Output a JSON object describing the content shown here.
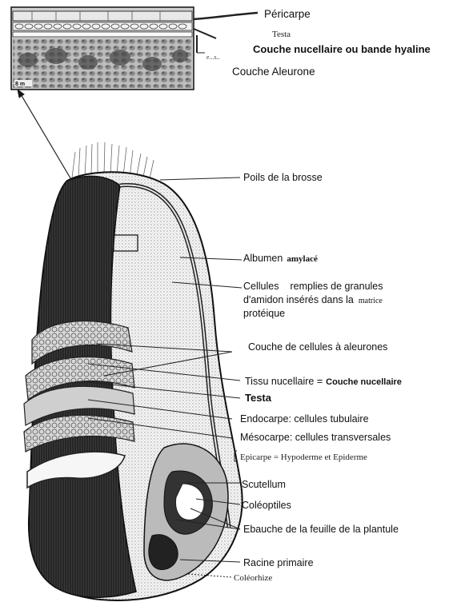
{
  "inset": {
    "scale_label": "8 m",
    "side_label": "e...s.."
  },
  "labels": {
    "pericarpe": "Péricarpe",
    "testa_top": "Testa",
    "couche_nucellaire_top": "Couche nucellaire ou bande hyaline",
    "couche_aleurone_top": "Couche Aleurone",
    "poils": "Poils de la brosse",
    "albumen_prefix": "Albumen",
    "albumen_suffix": "amylacé",
    "cellules_word": "Cellules",
    "cellules_rest": "remplies de granules",
    "amidon_line": "d'amidon insérés dans la",
    "matrice_word": "matrice",
    "proteique": "protéique",
    "couche_cellules_aleurones": "Couche de cellules à aleurones",
    "tissu_prefix": "Tissu nucellaire =",
    "tissu_suffix": "Couche nucellaire",
    "testa": "Testa",
    "endocarpe": "Endocarpe: cellules tubulaire",
    "mesocarpe": "Mésocarpe: cellules transversales",
    "epicarpe": "Epicarpe = Hypoderme et Epiderme",
    "scutellum": "Scutellum",
    "coleoptiles": "Coléoptiles",
    "ebauche": "Ebauche de la feuille de la plantule",
    "racine": "Racine primaire",
    "coleorhize": "Coléorhize"
  }
}
